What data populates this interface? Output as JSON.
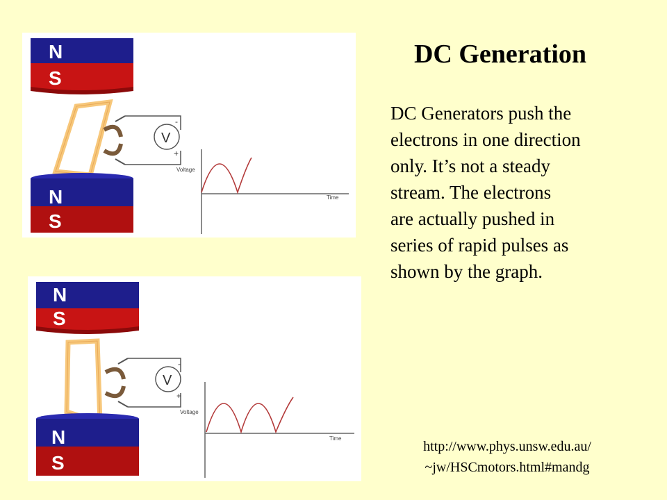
{
  "slide": {
    "title": "DC Generation",
    "body_lines": [
      "DC Generators push the",
      "electrons in one direction",
      "only. It’s not a steady",
      "stream.  The electrons",
      "are actually pushed in",
      "series of rapid pulses as",
      "shown by the graph."
    ],
    "source_lines": [
      "http://www.phys.unsw.edu.au/",
      "~jw/HSCmotors.html#mandg"
    ]
  },
  "colors": {
    "background": "#FFFFCC",
    "magnet_north": "#1E1E8C",
    "magnet_south": "#C81414",
    "coil": "#F7C77A",
    "commutator": "#7A5A3A",
    "curve": "#B33A3A"
  },
  "diagrams": [
    {
      "magnet_top": {
        "north_label": "N",
        "south_label": "S"
      },
      "magnet_bottom": {
        "north_label": "N",
        "south_label": "S"
      },
      "meter": {
        "label": "V",
        "minus": "-",
        "plus": "+"
      },
      "graph": {
        "ylabel": "Voltage",
        "xlabel": "Time",
        "pulses_shown": 1.5
      }
    },
    {
      "magnet_top": {
        "north_label": "N",
        "south_label": "S"
      },
      "magnet_bottom": {
        "north_label": "N",
        "south_label": "S"
      },
      "meter": {
        "label": "V",
        "minus": "-",
        "plus": "+"
      },
      "graph": {
        "ylabel": "Voltage",
        "xlabel": "Time",
        "pulses_shown": 2.5
      }
    }
  ]
}
